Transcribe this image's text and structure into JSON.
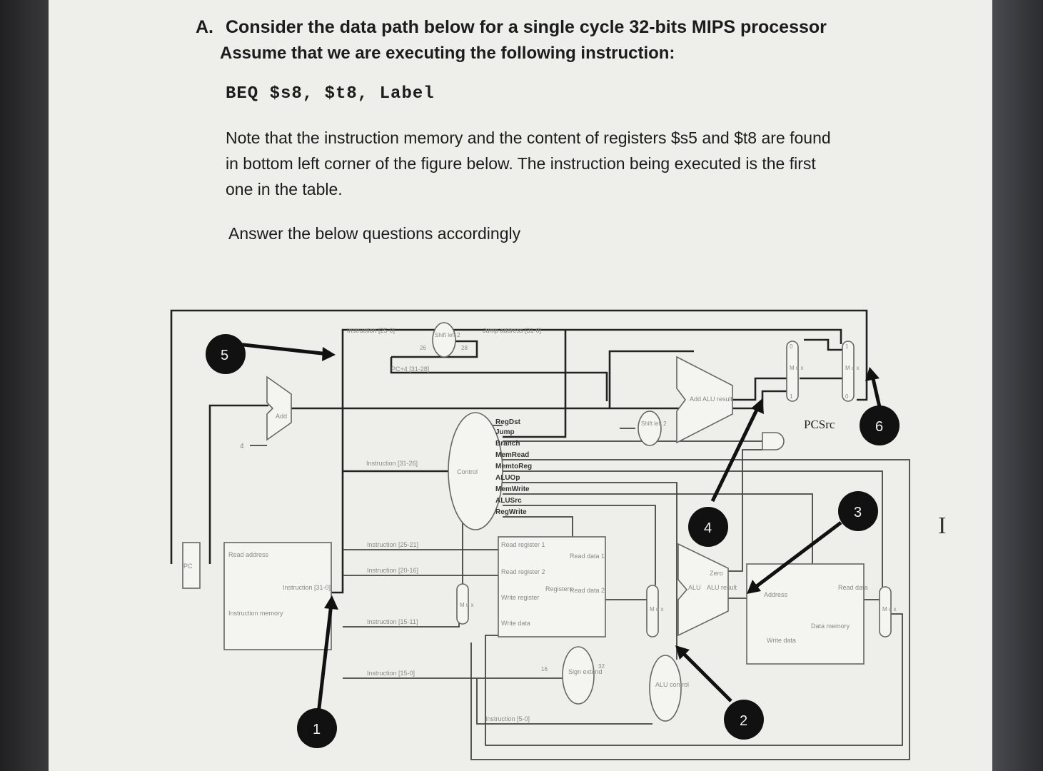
{
  "question": {
    "label": "A.",
    "title": "Consider the data path below for a single cycle 32-bits MIPS processor",
    "assume": "Assume that we are executing the following instruction:",
    "instruction": "BEQ $s8, $t8, Label",
    "note_line1": "Note that the instruction memory and the content of registers $s5 and $t8 are found",
    "note_line2": "in bottom left corner of the figure below. The instruction being executed is the first",
    "note_line3": "one in the table.",
    "answer": "Answer the below questions accordingly"
  },
  "diagram": {
    "labels": {
      "instr_25_0": "Instruction [25-0]",
      "shift_left_2_top": "Shift left 2",
      "jump_address": "Jump address [31-0]",
      "n26": "26",
      "n28": "28",
      "pc4": "PC+4 [31-28]",
      "add": "Add",
      "four": "4",
      "instr_31_26": "Instruction [31-26]",
      "control": "Control",
      "regdst": "RegDst",
      "jump": "Jump",
      "branch": "Branch",
      "memread": "MemRead",
      "memtoreg": "MemtoReg",
      "aluop": "ALUOp",
      "memwrite": "MemWrite",
      "alusrc": "ALUSrc",
      "regwrite": "RegWrite",
      "pc": "PC",
      "read_address": "Read address",
      "instruction_31_0": "Instruction [31-0]",
      "instruction_memory": "Instruction memory",
      "instr_25_21": "Instruction [25-21]",
      "instr_20_16": "Instruction [20-16]",
      "instr_15_11": "Instruction [15-11]",
      "instr_15_0": "Instruction [15-0]",
      "instr_5_0": "Instruction [5-0]",
      "read_register_1": "Read register 1",
      "read_register_2": "Read register 2",
      "write_register": "Write register",
      "write_data": "Write data",
      "registers": "Registers",
      "read_data_1": "Read data 1",
      "read_data_2": "Read data 2",
      "n16": "16",
      "n32": "32",
      "sign_extend": "Sign extend",
      "shift_left_2_mid": "Shift left 2",
      "add_alu_result": "Add ALU result",
      "pcsrc": "PCSrc",
      "zero": "Zero",
      "alu": "ALU",
      "alu_result": "ALU result",
      "alu_control": "ALU control",
      "address": "Address",
      "read_data": "Read data",
      "data_memory": "Data memory",
      "dm_write_data": "Write data",
      "mux": "M u x",
      "zero_digit": "0",
      "one_digit": "1"
    },
    "markers": [
      "1",
      "2",
      "3",
      "4",
      "5",
      "6"
    ]
  }
}
